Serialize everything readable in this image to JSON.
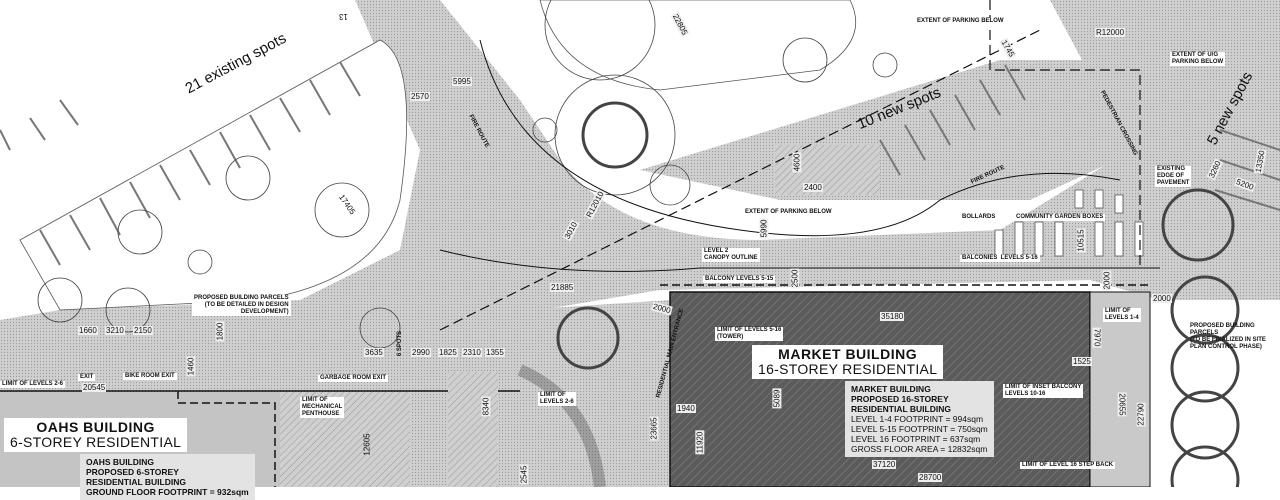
{
  "parking": {
    "existing": "21 existing spots",
    "new_10": "10 new spots",
    "new_5": "5 new spots",
    "row_number": "13"
  },
  "buildings": {
    "market": {
      "title": "MARKET BUILDING",
      "subtitle": "16-STOREY RESIDENTIAL",
      "info": [
        "MARKET BUILDING",
        "PROPOSED 16-STOREY",
        "RESIDENTIAL BUILDING"
      ],
      "stats": [
        "LEVEL 1-4 FOOTPRINT =  994sqm",
        "LEVEL 5-15 FOOTPRINT =  750sqm",
        "LEVEL 16 FOOTPRINT =  637sqm",
        "GROSS FLOOR AREA =  12832sqm"
      ]
    },
    "oahs": {
      "title": "OAHS BUILDING",
      "subtitle": "6-STOREY RESIDENTIAL",
      "info": [
        "OAHS BUILDING",
        "PROPOSED 6-STOREY",
        "RESIDENTIAL BUILDING",
        "GROUND FLOOR FOOTPRINT = 932sqm"
      ]
    }
  },
  "labels": {
    "extent_parking_below_top": "EXTENT OF PARKING BELOW",
    "extent_ug_parking": "EXTENT OF U/G\nPARKING BELOW",
    "extent_parking_below_mid": "EXTENT OF PARKING BELOW",
    "pedestrian_crossing": "PEDESTRIAN CROSSING",
    "fire_route_1": "FIRE ROUTE",
    "fire_route_2": "FIRE ROUTE",
    "existing_edge": "EXISTING\nEDGE OF\nPAVEMENT",
    "bollards": "BOLLARDS",
    "community_garden": "COMMUNITY GARDEN BOXES",
    "level2_canopy": "LEVEL 2\nCANOPY OUTLINE",
    "balcony_5_15": "BALCONY LEVELS 5-15",
    "balconies_5_16": "BALCONIES  LEVELS 5-16",
    "limit_levels_5_16": "LIMIT OF LEVELS 5-16\n(TOWER)",
    "limit_levels_1_4": "LIMIT OF\nLEVELS 1-4",
    "limit_inset_balcony": "LIMIT OF INSET BALCONY\nLEVELS 10-16",
    "limit_level_16": "LIMIT OF LEVEL 16 STEP BACK",
    "proposed_parcels_left": "PROPOSED BUILDING PARCELS\n(TO BE DETAILED IN DESIGN\nDEVELOPMENT)",
    "proposed_parcels_right": "PROPOSED BUILDING\nPARCELS\n(TO BE FINALIZED IN SITE\nPLAN CONTROL PHASE)",
    "limit_mech_penthouse": "LIMIT OF\nMECHANICAL\nPENTHOUSE",
    "garbage_exit": "GARBAGE ROOM EXIT",
    "bike_exit": "BIKE ROOM EXIT",
    "exit": "EXIT",
    "limit_levels_2_6_left": "LIMIT OF LEVELS 2-6",
    "limit_levels_2_6_mid": "LIMIT OF\nLEVELS 2-6",
    "residential_entrance": "RESIDENTIAL MAIN ENTRANCE",
    "spots_6": "6 SPOTS"
  },
  "dimensions": {
    "d5995": "5995",
    "d2570": "2570",
    "d22805": "22805",
    "d17405": "17405",
    "d3010": "3010",
    "r12010": "R12010",
    "r12000": "R12000",
    "d1745": "1745",
    "d4600": "4600",
    "d2400": "2400",
    "d5990": "5990",
    "d10515": "10515",
    "d2500": "2500",
    "d2000a": "2000",
    "d2000b": "2000",
    "d2000c": "2000",
    "d21885": "21885",
    "d35180": "35180",
    "d7970": "7970",
    "d1525": "1525",
    "d20655": "20655",
    "d22790": "22790",
    "d37120": "37120",
    "d28700": "28700",
    "d5089": "5089",
    "d1940": "1940",
    "d11920": "11920",
    "d23665": "23665",
    "d8340": "8340",
    "d2545": "2545",
    "d12605": "12605",
    "d20545": "20545",
    "d1660": "1660",
    "d3210": "3210",
    "d2150": "2150",
    "d1800": "1800",
    "d1460": "1460",
    "d3635": "3635",
    "d2990": "2990",
    "d1825": "1825",
    "d2310": "2310",
    "d1355": "1355",
    "d13350": "13350",
    "d5200": "5200",
    "d3260": "3260"
  },
  "colors": {
    "paving": "#c9c9c9",
    "market_building": "#5b5b5b",
    "oahs_building": "#c4c4c4",
    "line": "#111111"
  }
}
